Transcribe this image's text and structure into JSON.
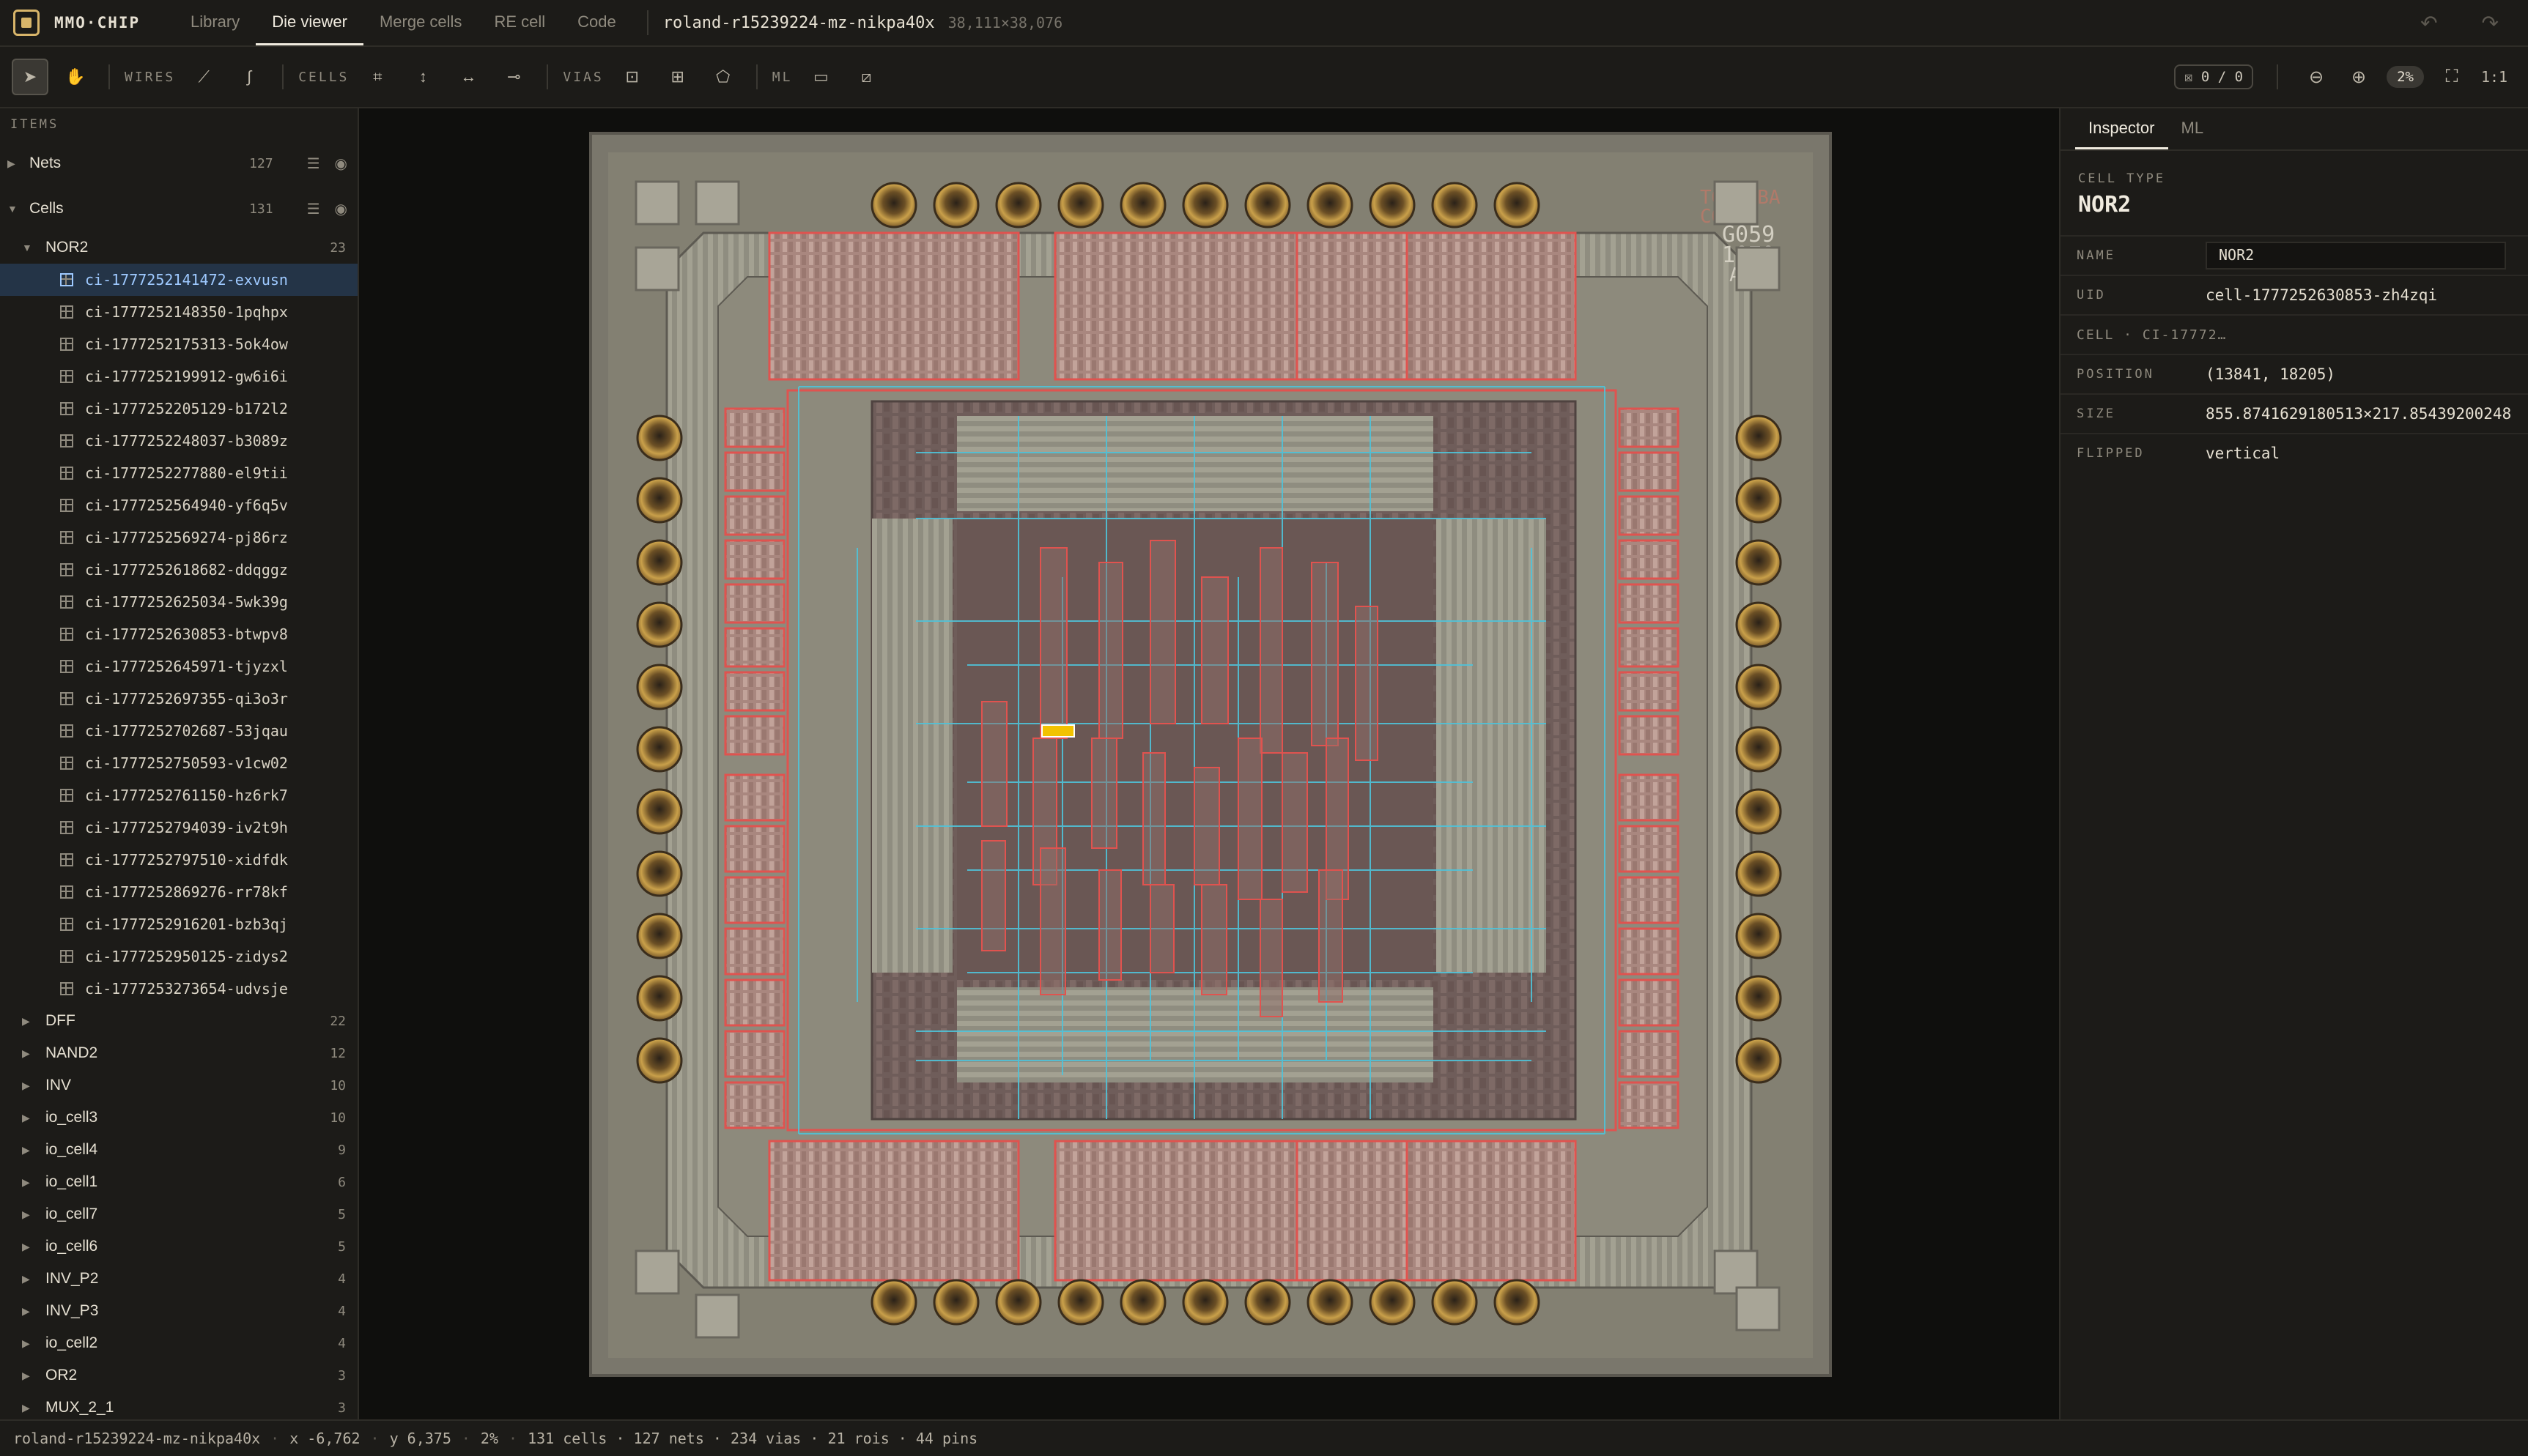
{
  "app": {
    "name": "MMO·CHIP"
  },
  "nav": {
    "tabs": [
      {
        "label": "Library",
        "active": false
      },
      {
        "label": "Die viewer",
        "active": true
      },
      {
        "label": "Merge cells",
        "active": false
      },
      {
        "label": "RE cell",
        "active": false
      },
      {
        "label": "Code",
        "active": false
      }
    ]
  },
  "project": {
    "name": "roland-r15239224-mz-nikpa40x",
    "dims": "38,111×38,076"
  },
  "toolbar": {
    "wires_label": "WIRES",
    "cells_label": "CELLS",
    "vias_label": "VIAS",
    "ml_label": "ML",
    "selection_count": "0 / 0",
    "zoom": "2%",
    "ratio": "1:1"
  },
  "sidebar": {
    "title": "ITEMS",
    "nets": {
      "label": "Nets",
      "count": "127"
    },
    "cells": {
      "label": "Cells",
      "count": "131"
    },
    "open_group": {
      "label": "NOR2",
      "count": "23",
      "items": [
        "ci-1777252141472-exvusn",
        "ci-1777252148350-1pqhpx",
        "ci-1777252175313-5ok4ow",
        "ci-1777252199912-gw6i6i",
        "ci-1777252205129-b172l2",
        "ci-1777252248037-b3089z",
        "ci-1777252277880-el9tii",
        "ci-1777252564940-yf6q5v",
        "ci-1777252569274-pj86rz",
        "ci-1777252618682-ddqggz",
        "ci-1777252625034-5wk39g",
        "ci-1777252630853-btwpv8",
        "ci-1777252645971-tjyzxl",
        "ci-1777252697355-qi3o3r",
        "ci-1777252702687-53jqau",
        "ci-1777252750593-v1cw02",
        "ci-1777252761150-hz6rk7",
        "ci-1777252794039-iv2t9h",
        "ci-1777252797510-xidfdk",
        "ci-1777252869276-rr78kf",
        "ci-1777252916201-bzb3qj",
        "ci-1777252950125-zidys2",
        "ci-1777253273654-udvsje"
      ]
    },
    "groups": [
      {
        "label": "DFF",
        "count": "22"
      },
      {
        "label": "NAND2",
        "count": "12"
      },
      {
        "label": "INV",
        "count": "10"
      },
      {
        "label": "io_cell3",
        "count": "10"
      },
      {
        "label": "io_cell4",
        "count": "9"
      },
      {
        "label": "io_cell1",
        "count": "6"
      },
      {
        "label": "io_cell7",
        "count": "5"
      },
      {
        "label": "io_cell6",
        "count": "5"
      },
      {
        "label": "INV_P2",
        "count": "4"
      },
      {
        "label": "INV_P3",
        "count": "4"
      },
      {
        "label": "io_cell2",
        "count": "4"
      },
      {
        "label": "OR2",
        "count": "3"
      },
      {
        "label": "MUX_2_1",
        "count": "3"
      }
    ]
  },
  "die": {
    "logo_lines": [
      "TOSHIBA",
      "CORP",
      "G059",
      "1070",
      "A A"
    ]
  },
  "inspector": {
    "tabs": [
      {
        "label": "Inspector",
        "active": true
      },
      {
        "label": "ML",
        "active": false
      }
    ],
    "cell_type_label": "CELL TYPE",
    "cell_type": "NOR2",
    "name_label": "NAME",
    "name_value": "NOR2",
    "uid_label": "UID",
    "uid_value": "cell-1777252630853-zh4zqi",
    "cell_section": "CELL · CI-17772…",
    "position_label": "POSITION",
    "position_value": "(13841, 18205)",
    "size_label": "SIZE",
    "size_value": "855.8741629180513×217.85439200248",
    "flipped_label": "FLIPPED",
    "flipped_value": "vertical"
  },
  "status": {
    "project": "roland-r15239224-mz-nikpa40x",
    "x": "x -6,762",
    "y": "y 6,375",
    "zoom": "2%",
    "summary": "131 cells · 127 nets · 234 vias · 21 rois · 44 pins"
  },
  "colors": {
    "accent": "#d8b56a",
    "cell_outline": "#e0534f",
    "wire": "#4fc3d9",
    "selection": "#243447"
  }
}
